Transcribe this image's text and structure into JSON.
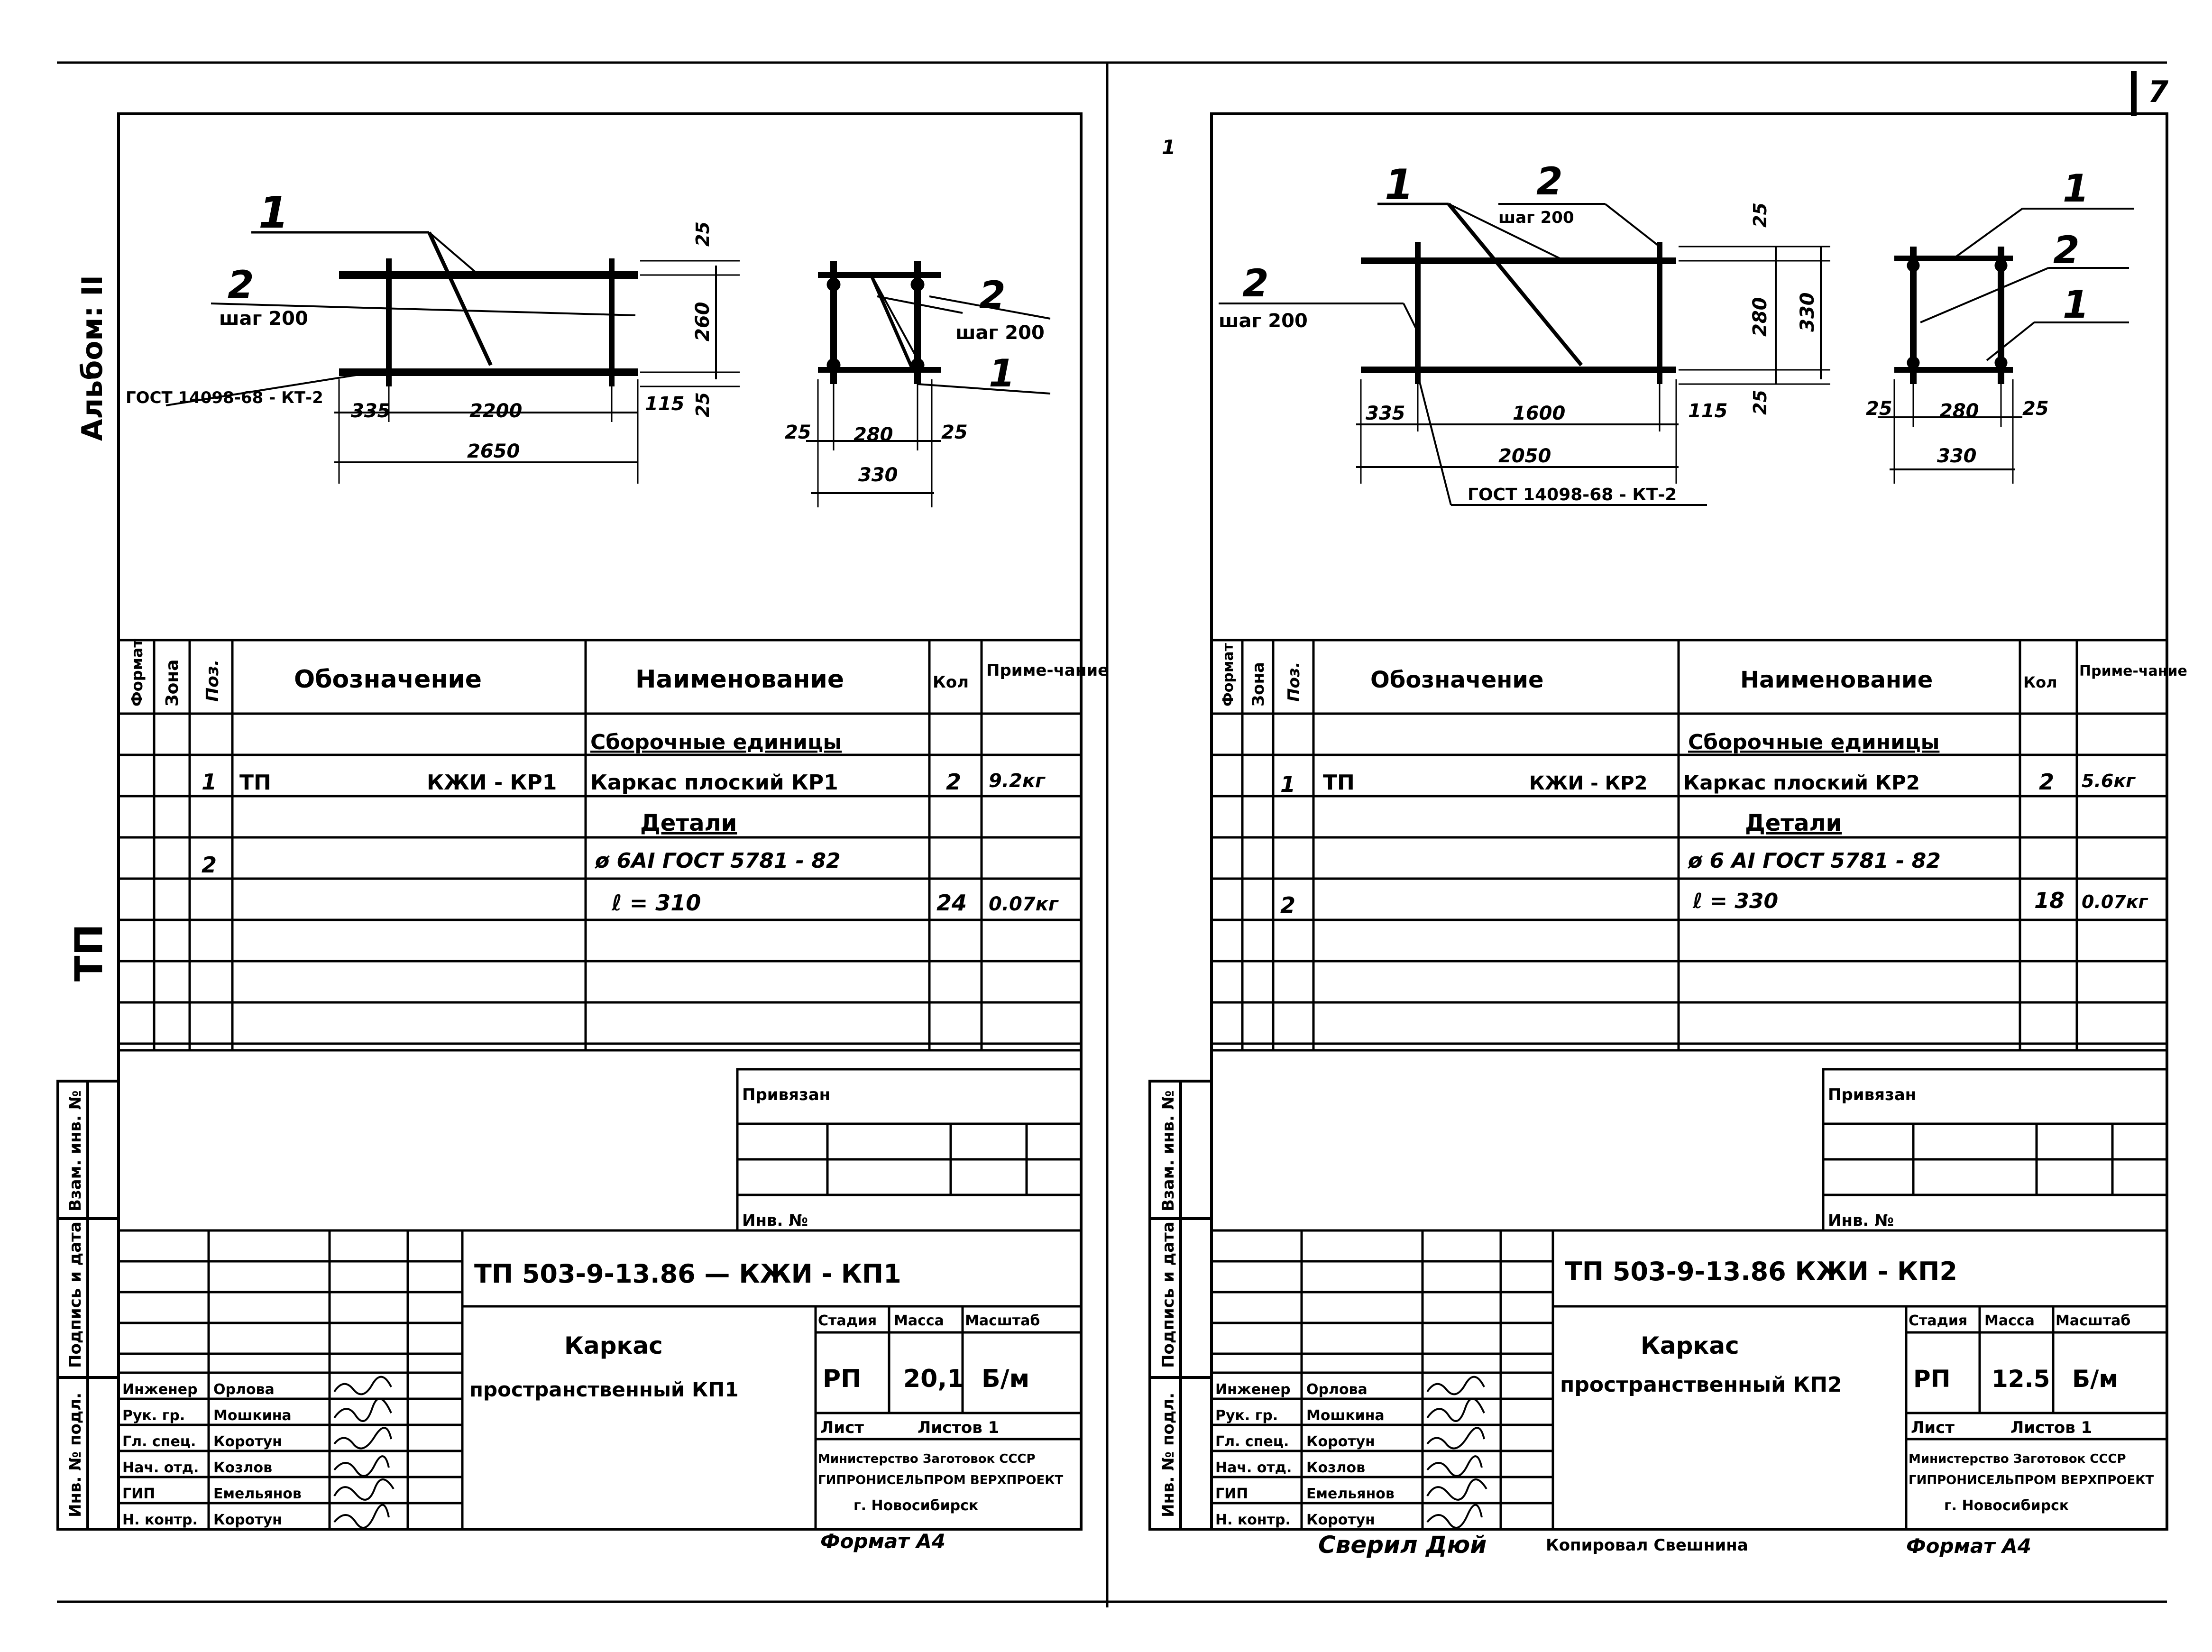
{
  "page_number": "7",
  "top_mark": "1",
  "side": {
    "album": "Альбом: II",
    "series": "ТП"
  },
  "stamp_labels": {
    "inv_podl": "Инв. № подл.",
    "podpis": "Подпись и дата",
    "vzam": "Взам. инв. №"
  },
  "headers": {
    "format": "Формат",
    "zona": "Зона",
    "poz": "Поз.",
    "oboz": "Обозначение",
    "naim": "Наименование",
    "kol": "Кол",
    "prim": "Приме-чание"
  },
  "left": {
    "labels": {
      "pos1": "1",
      "pos2": "2",
      "step": "шаг 200",
      "gost": "ГОСТ 14098-68 - КТ-2"
    },
    "dims_front": [
      "335",
      "2200",
      "115",
      "2650"
    ],
    "dims_vert": [
      "25",
      "260",
      "25"
    ],
    "dims_section": [
      "25",
      "280",
      "25",
      "330"
    ],
    "rows": [
      {
        "poz": "",
        "oboz": "",
        "naim": "Сборочные единицы",
        "kol": "",
        "prim": ""
      },
      {
        "poz": "1",
        "oboz_a": "ТП",
        "oboz_b": "КЖИ - КР1",
        "naim": "Каркас плоский КР1",
        "kol": "2",
        "prim": "9.2кг"
      },
      {
        "poz": "",
        "oboz": "",
        "naim": "Детали",
        "kol": "",
        "prim": ""
      },
      {
        "poz": "2",
        "oboz": "",
        "naim": "ø 6АI  ГОСТ 5781 - 82",
        "kol": "",
        "prim": ""
      },
      {
        "poz": "",
        "oboz": "",
        "naim": "ℓ = 310",
        "kol": "24",
        "prim": "0.07кг"
      }
    ],
    "privyazan": "Привязан",
    "inv_no": "Инв. №",
    "title_code": "ТП  503-9-13.86 — КЖИ - КП1",
    "title_name_1": "Каркас",
    "title_name_2": "пространственный КП1",
    "stadia": {
      "h1": "Стадия",
      "h2": "Масса",
      "h3": "Масштаб",
      "v1": "РП",
      "v2": "20,1",
      "v3": "Б/м"
    },
    "list": "Лист",
    "listov": "Листов 1",
    "org": [
      "Министерство Заготовок СССР",
      "ГИПРОНИСЕЛЬПРОМ ВЕРХПРОЕКТ",
      "г. Новосибирск"
    ],
    "people": [
      {
        "role": "Инженер",
        "name": "Орлова"
      },
      {
        "role": "Рук. гр.",
        "name": "Мошкина"
      },
      {
        "role": "Гл. спец.",
        "name": "Коротун"
      },
      {
        "role": "Нач. отд.",
        "name": "Козлов"
      },
      {
        "role": "ГИП",
        "name": "Емельянов"
      },
      {
        "role": "Н. контр.",
        "name": "Коротун"
      }
    ],
    "format_note": "Формат А4"
  },
  "right": {
    "labels": {
      "pos1": "1",
      "pos2": "2",
      "step": "шаг 200",
      "gost": "ГОСТ 14098-68 - КТ-2"
    },
    "dims_front": [
      "335",
      "1600",
      "115",
      "2050"
    ],
    "dims_vert": [
      "25",
      "280",
      "25",
      "330"
    ],
    "dims_section": [
      "25",
      "280",
      "25",
      "330"
    ],
    "rows": [
      {
        "poz": "",
        "oboz": "",
        "naim": "Сборочные единицы",
        "kol": "",
        "prim": ""
      },
      {
        "poz": "1",
        "oboz_a": "ТП",
        "oboz_b": "КЖИ - КР2",
        "naim": "Каркас плоский КР2",
        "kol": "2",
        "prim": "5.6кг"
      },
      {
        "poz": "",
        "oboz": "",
        "naim": "Детали",
        "kol": "",
        "prim": ""
      },
      {
        "poz": "",
        "oboz": "",
        "naim": "ø 6 АI  ГОСТ 5781 - 82",
        "kol": "",
        "prim": ""
      },
      {
        "poz": "2",
        "oboz": "",
        "naim": "ℓ = 330",
        "kol": "18",
        "prim": "0.07кг"
      }
    ],
    "privyazan": "Привязан",
    "inv_no": "Инв. №",
    "title_code": "ТП   503-9-13.86    КЖИ - КП2",
    "title_name_1": "Каркас",
    "title_name_2": "пространственный КП2",
    "stadia": {
      "h1": "Стадия",
      "h2": "Масса",
      "h3": "Масштаб",
      "v1": "РП",
      "v2": "12.5",
      "v3": "Б/м"
    },
    "list": "Лист",
    "listov": "Листов 1",
    "org": [
      "Министерство Заготовок СССР",
      "ГИПРОНИСЕЛЬПРОМ ВЕРХПРОЕКТ",
      "г. Новосибирск"
    ],
    "people": [
      {
        "role": "Инженер",
        "name": "Орлова"
      },
      {
        "role": "Рук. гр.",
        "name": "Мошкина"
      },
      {
        "role": "Гл. спец.",
        "name": "Коротун"
      },
      {
        "role": "Нач. отд.",
        "name": "Козлов"
      },
      {
        "role": "ГИП",
        "name": "Емельянов"
      },
      {
        "role": "Н. контр.",
        "name": "Коротун"
      }
    ],
    "format_note": "Формат А4",
    "checked": "Сверил Дюй",
    "copied": "Копировал Свешнина"
  }
}
